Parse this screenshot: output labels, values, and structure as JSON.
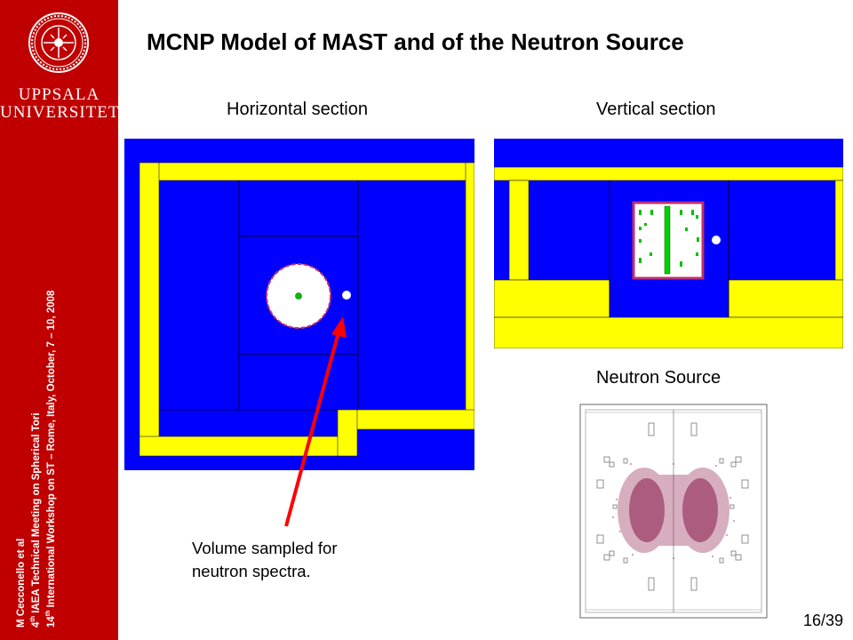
{
  "sidebar": {
    "university_line1": "UPPSALA",
    "university_line2": "UNIVERSITET",
    "author": "M Cecconello et al",
    "meeting_ordinal": "4",
    "meeting_ordinal_sup": "th",
    "meeting_text": "IAEA Technical Meeting on Spherical Tori",
    "workshop_ordinal": "14",
    "workshop_ordinal_sup": "th",
    "workshop_text": "International Workshop on ST – Rome, Italy, October, 7 – 10, 2008"
  },
  "slide": {
    "title": "MCNP Model of MAST and of the Neutron Source",
    "horizontal_label": "Horizontal section",
    "vertical_label": "Vertical section",
    "source_label": "Neutron Source",
    "caption_line1": "Volume sampled for",
    "caption_line2": "neutron spectra.",
    "page_number": "16/39"
  },
  "colors": {
    "sidebar": "#c00000",
    "model_blue": "#0000ff",
    "model_yellow": "#ffff00",
    "arrow_red": "#ff0000",
    "source_dots": "#8b1a4a"
  }
}
